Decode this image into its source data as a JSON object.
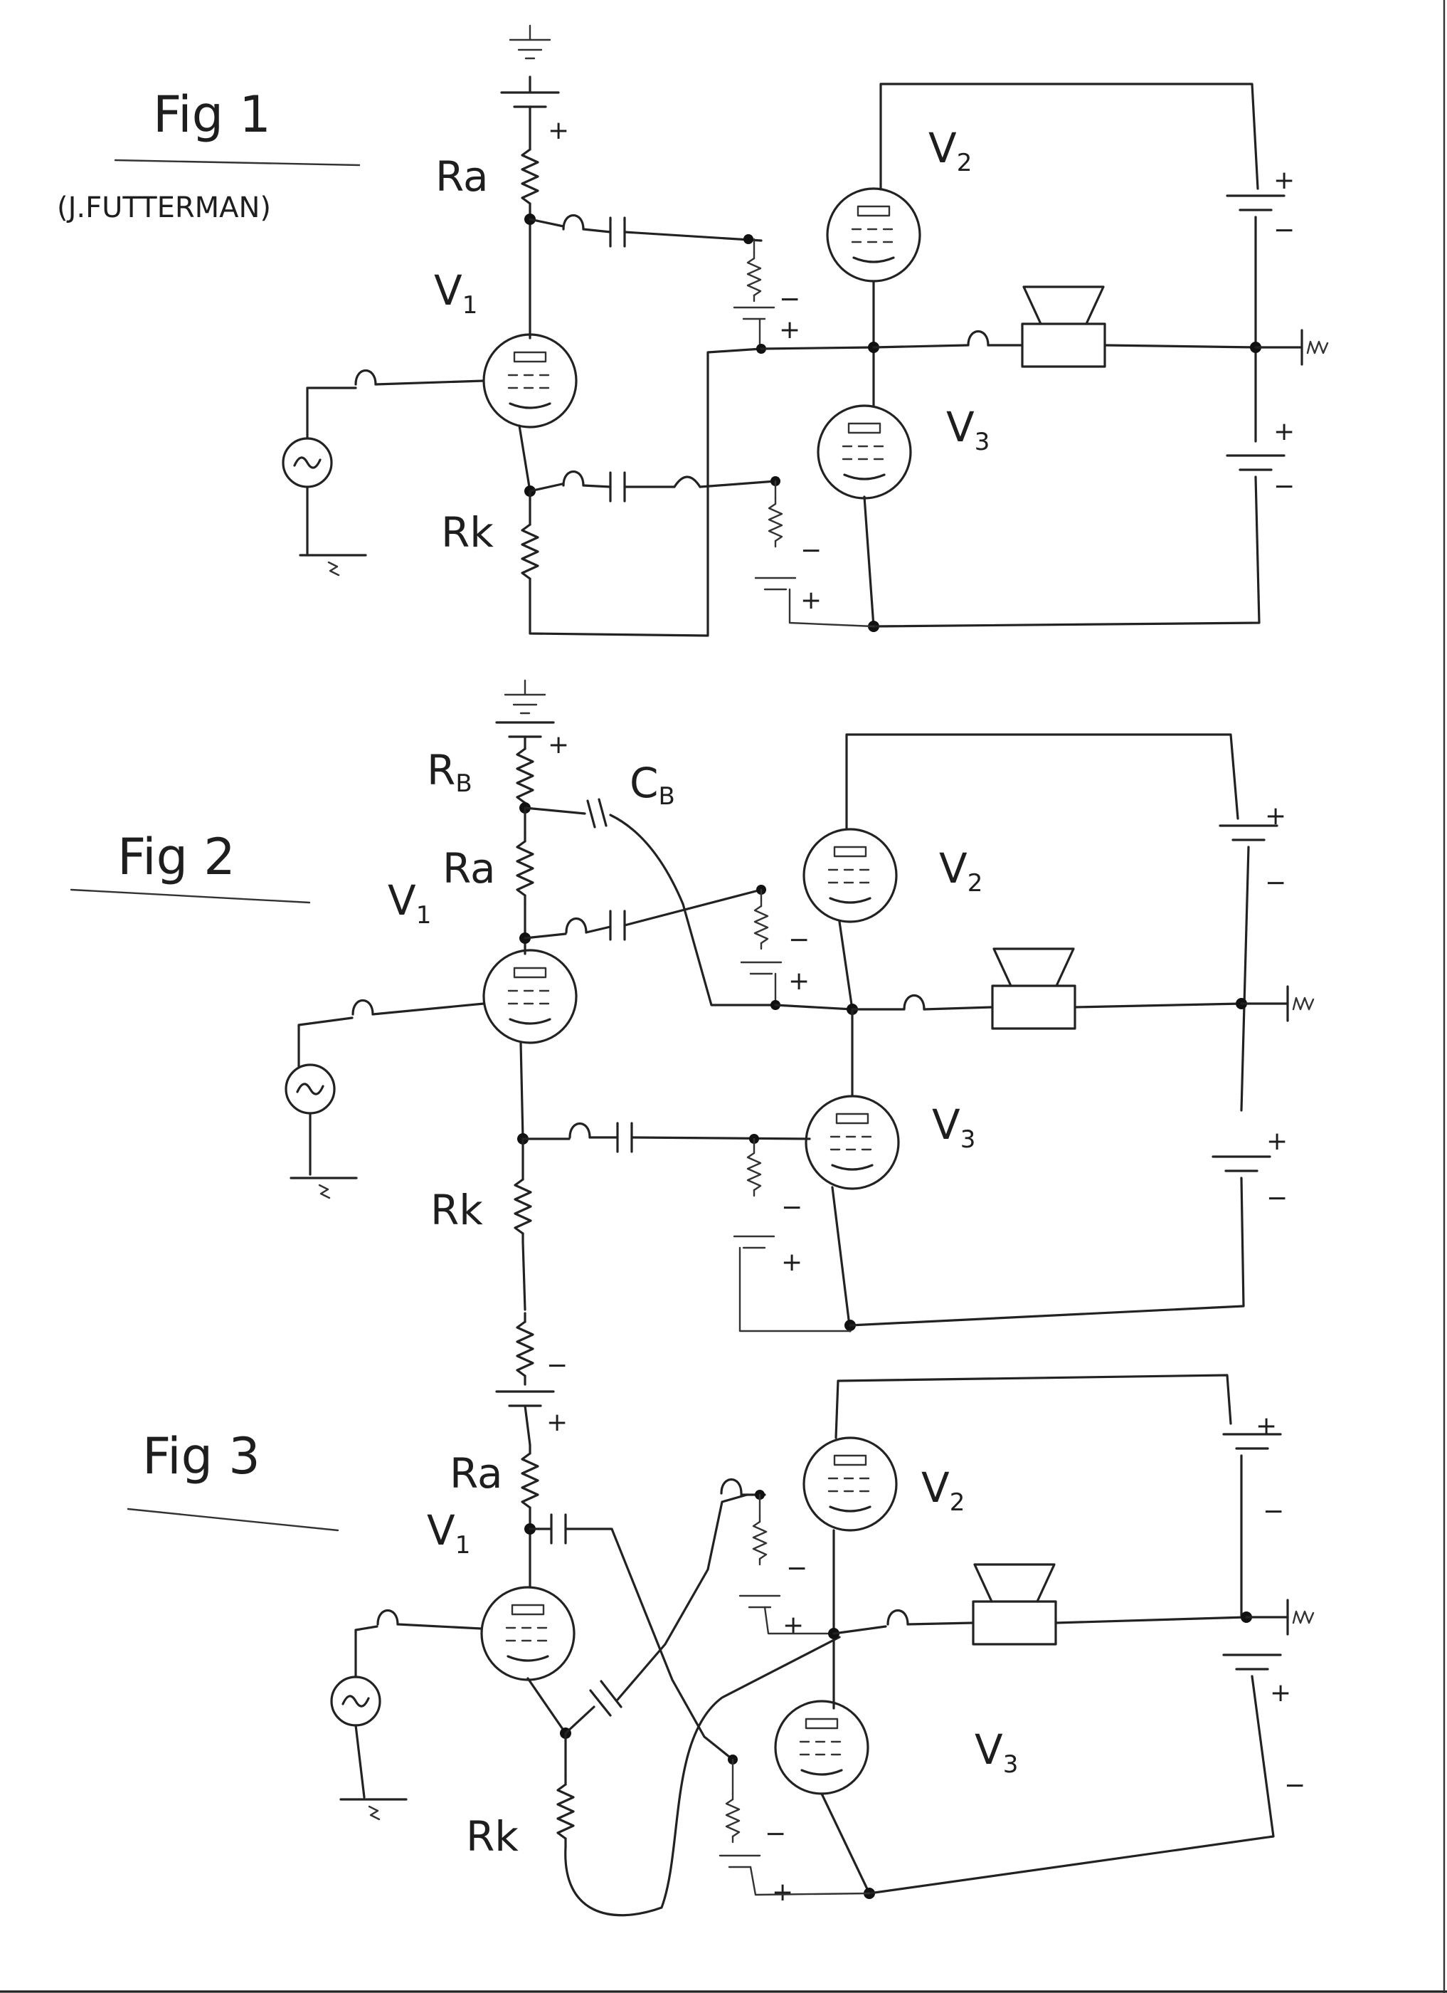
{
  "figures": [
    {
      "title": "Fig 1",
      "credit": "(J.FUTTERMAN)",
      "labels": {
        "ra": "Ra",
        "rk": "Rk",
        "v1": "V",
        "v1_sub": "1",
        "v2": "V",
        "v2_sub": "2",
        "v3": "V",
        "v3_sub": "3"
      }
    },
    {
      "title": "Fig 2",
      "labels": {
        "rb": "R",
        "rb_sub": "B",
        "cb": "C",
        "cb_sub": "B",
        "ra": "Ra",
        "rk": "Rk",
        "v1": "V",
        "v1_sub": "1",
        "v2": "V",
        "v2_sub": "2",
        "v3": "V",
        "v3_sub": "3"
      }
    },
    {
      "title": "Fig 3",
      "labels": {
        "ra": "Ra",
        "rk": "Rk",
        "v1": "V",
        "v1_sub": "1",
        "v2": "V",
        "v2_sub": "2",
        "v3": "V",
        "v3_sub": "3"
      }
    }
  ],
  "polarity": {
    "plus": "+",
    "minus": "−"
  },
  "ink_color": "#222222",
  "paper_color": "#ffffff"
}
